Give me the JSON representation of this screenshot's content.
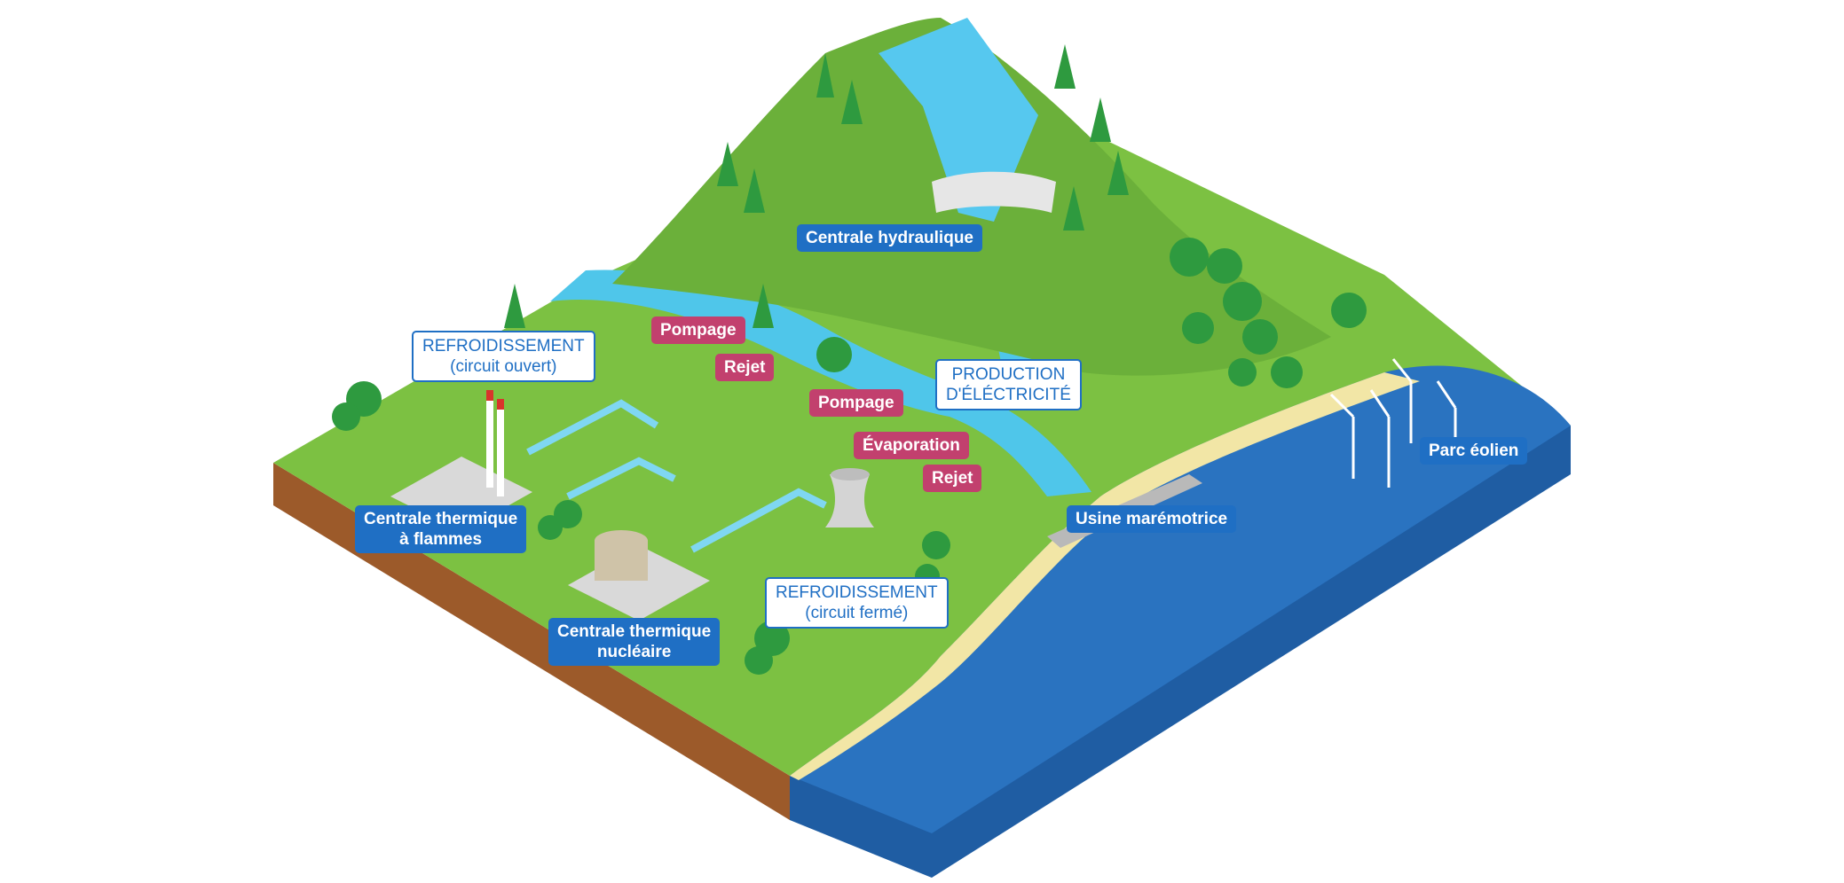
{
  "labels": {
    "hydro": "Centrale hydraulique",
    "cooling_open_1": "REFROIDISSEMENT",
    "cooling_open_2": "(circuit ouvert)",
    "pumping_1": "Pompage",
    "discharge_1": "Rejet",
    "pumping_2": "Pompage",
    "evaporation": "Évaporation",
    "discharge_2": "Rejet",
    "production_1": "PRODUCTION",
    "production_2": "D'ÉLÉCTRICITÉ",
    "flame_plant_1": "Centrale thermique",
    "flame_plant_2": "à flammes",
    "nuclear_plant_1": "Centrale thermique",
    "nuclear_plant_2": "nucléaire",
    "cooling_closed_1": "REFROIDISSEMENT",
    "cooling_closed_2": "(circuit fermé)",
    "tidal": "Usine marémotrice",
    "wind": "Parc éolien"
  },
  "colors": {
    "grass": "#7cc142",
    "grass_dark": "#5aa336",
    "mountain": "#6bb03a",
    "river": "#4fc6ea",
    "sea": "#2a73c0",
    "sea_side": "#1f5da3",
    "soil": "#9c5a2a",
    "label_blue": "#1f6fc4",
    "label_pink": "#c2406e",
    "tree": "#2e9a3f"
  }
}
